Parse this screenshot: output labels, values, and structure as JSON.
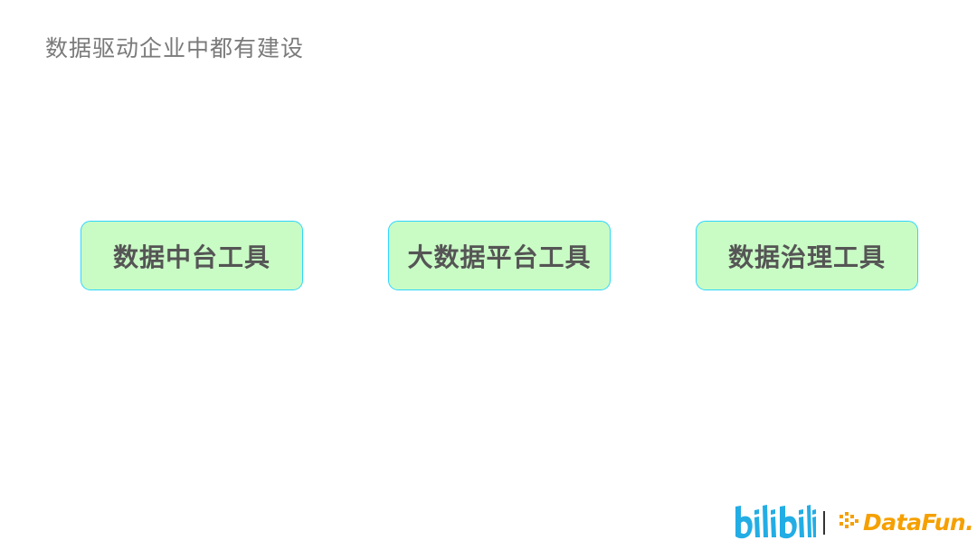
{
  "slide": {
    "title": "数据驱动企业中都有建设"
  },
  "tools": [
    {
      "label": "数据中台工具"
    },
    {
      "label": "大数据平台工具"
    },
    {
      "label": "数据治理工具"
    }
  ],
  "colors": {
    "box_fill": "#c9fbc5",
    "box_border": "#2ed6ff",
    "box_text": "#555555",
    "title_text": "#7a7a7a",
    "bilibili_blue": "#23ade5",
    "datafun_orange": "#f5a000"
  },
  "footer": {
    "logo_left": "bilibili",
    "logo_right": "DataFun."
  }
}
